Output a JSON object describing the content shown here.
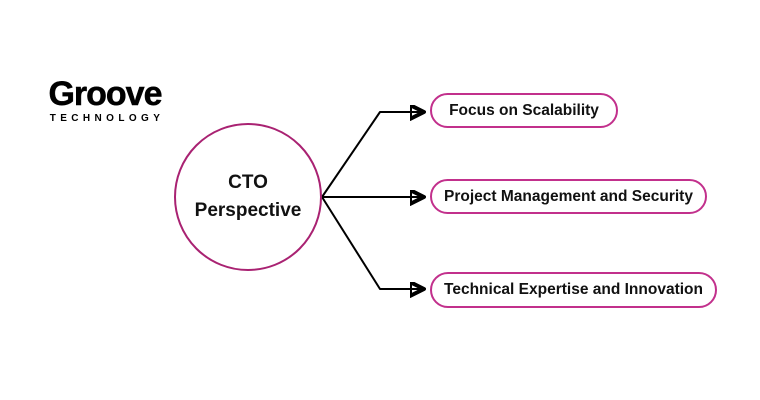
{
  "logo": {
    "brand": "Groove",
    "tagline": "TECHNOLOGY"
  },
  "diagram": {
    "center_node": {
      "line1": "CTO",
      "line2": "Perspective"
    },
    "branches": [
      {
        "label": "Focus on Scalability"
      },
      {
        "label": "Project Management and Security"
      },
      {
        "label": "Technical Expertise and Innovation"
      }
    ]
  },
  "colors": {
    "background": "#ffffff",
    "circle_border": "#a92272",
    "box_border": "#c2308c",
    "arrow": "#000000",
    "text": "#111111"
  }
}
